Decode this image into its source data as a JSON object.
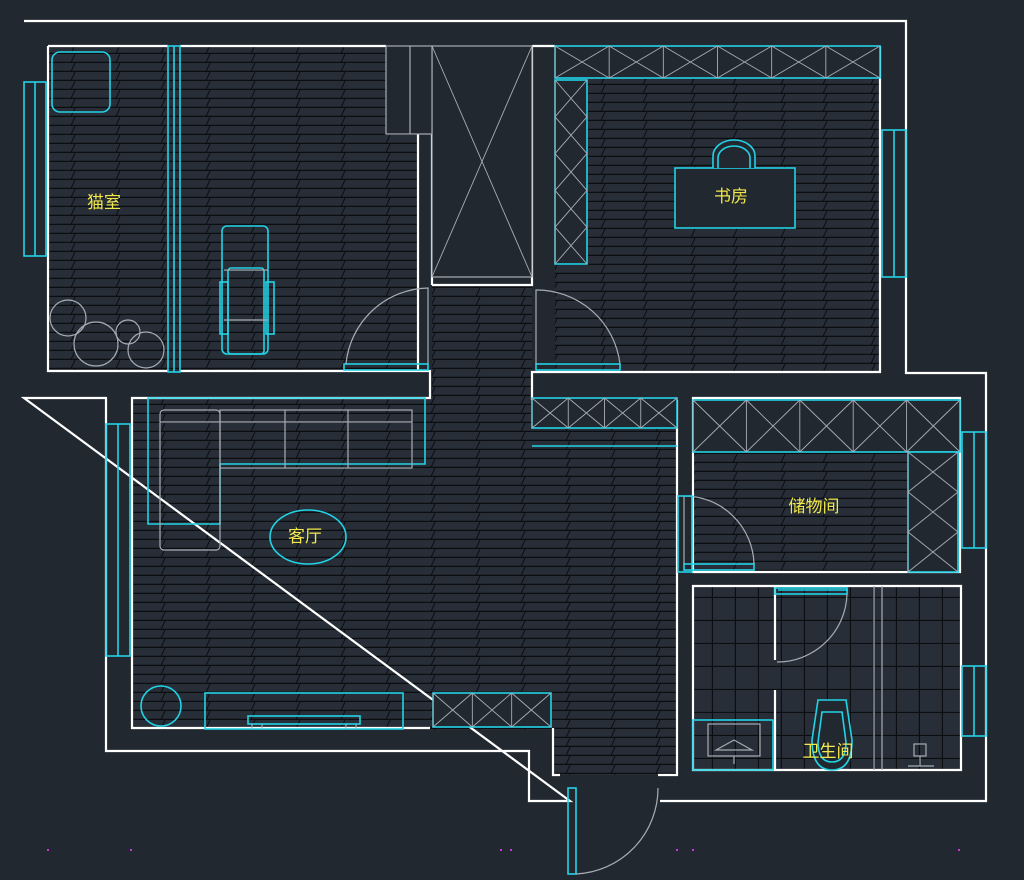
{
  "colors": {
    "background": "#212830",
    "wall": "#ffffff",
    "furniture": "#22d3e6",
    "fixture": "#a7adb4",
    "floor_line": "#0b0d10",
    "label": "#f2e84b",
    "marker": "#c23bd6"
  },
  "rooms": {
    "cat_room": "猫室",
    "study": "书房",
    "living_room": "客厅",
    "storage": "储物间",
    "bathroom": "卫生间"
  }
}
